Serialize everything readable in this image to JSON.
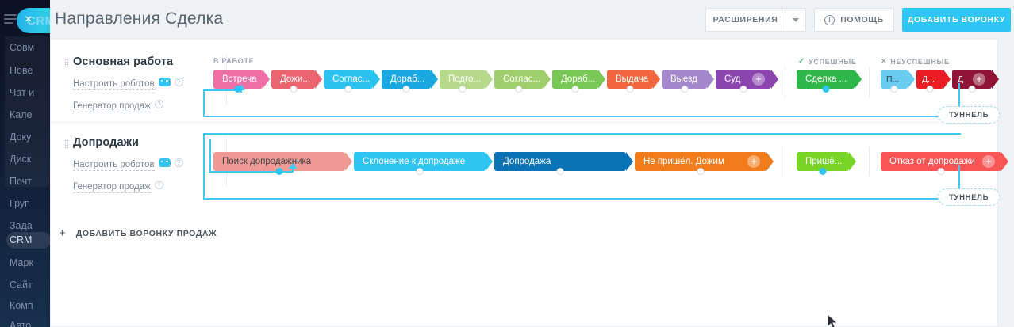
{
  "app": {
    "logo_text": "CRM",
    "logo_mark": "×"
  },
  "sidebar": {
    "items": [
      {
        "label": "Совм",
        "active": false
      },
      {
        "label": "Нове",
        "active": false
      },
      {
        "label": "Чат и",
        "active": false
      },
      {
        "label": "Кале",
        "active": false
      },
      {
        "label": "Доку",
        "active": false
      },
      {
        "label": "Диск",
        "active": false
      },
      {
        "label": "Почт",
        "active": false
      },
      {
        "label": "Груп",
        "active": false
      },
      {
        "label": "Зада",
        "active": false
      },
      {
        "label": "CRM",
        "active": true
      },
      {
        "label": "Марк",
        "active": false
      },
      {
        "label": "Сайт",
        "active": false
      },
      {
        "label": "Комп",
        "active": false
      },
      {
        "label": "Авто",
        "active": false
      }
    ]
  },
  "header": {
    "title": "Направления Сделка",
    "extensions_label": "РАСШИРЕНИЯ",
    "help_label": "ПОМОЩЬ",
    "help_icon_glyph": "!",
    "add_funnel_label": "ДОБАВИТЬ ВОРОНКУ"
  },
  "groups": {
    "in_work": "В РАБОТЕ",
    "success": "УСПЕШНЫЕ",
    "success_icon": "✓",
    "fail": "НЕУСПЕШНЫЕ",
    "fail_icon": "✕"
  },
  "tunnel_label": "ТУННЕЛЬ",
  "add_funnel_row": {
    "plus": "+",
    "label": "ДОБАВИТЬ ВОРОНКУ ПРОДАЖ"
  },
  "funnels": [
    {
      "name": "Основная работа",
      "link_robots": "Настроить роботов",
      "link_generator": "Генератор продаж",
      "stages_in_work": [
        {
          "label": "Встреча",
          "color": "#ee6fa6",
          "width": 62,
          "dot": "on"
        },
        {
          "label": "Дожи...",
          "color": "#ea6570",
          "width": 55,
          "dot": "off"
        },
        {
          "label": "Соглас...",
          "color": "#2bc2f0",
          "width": 62,
          "dot": "off"
        },
        {
          "label": "Дораб...",
          "color": "#1aa8e0",
          "width": 62,
          "dot": "off"
        },
        {
          "label": "Подго...",
          "color": "#b7d98c",
          "width": 58,
          "dot": "off"
        },
        {
          "label": "Соглас...",
          "color": "#a0ce6c",
          "width": 62,
          "dot": "off"
        },
        {
          "label": "Дораб...",
          "color": "#79c756",
          "width": 58,
          "dot": "off"
        },
        {
          "label": "Выдача",
          "color": "#f2663f",
          "width": 58,
          "dot": "off"
        },
        {
          "label": "Выезд",
          "color": "#a487cc",
          "width": 57,
          "dot": "off"
        },
        {
          "label": "Суд",
          "color": "#8c44ae",
          "width": 55,
          "dot": "off",
          "plus": true
        }
      ],
      "stages_success": [
        {
          "label": "Сделка ...",
          "color": "#2fb84a",
          "width": 73,
          "dot": "on"
        }
      ],
      "stages_fail": [
        {
          "label": "П...",
          "color": "#69cdf2",
          "width": 34,
          "dot": "off"
        },
        {
          "label": "Д...",
          "color": "#ec1c24",
          "width": 34,
          "dot": "off"
        },
        {
          "label": "Д",
          "color": "#8f1436",
          "width": 43,
          "dot": "off",
          "plus": true
        }
      ]
    },
    {
      "name": "Допродажи",
      "link_robots": "Настроить роботов",
      "link_generator": "Генератор продаж",
      "stages_in_work": [
        {
          "label": "Поиск допродажника",
          "color": "#f09a95",
          "width": 166,
          "dot": "on"
        },
        {
          "label": "Склонение к допродаже",
          "color": "#2fc4f2",
          "width": 166,
          "dot": "off"
        },
        {
          "label": "Допродажа",
          "color": "#0b72b5",
          "width": 166,
          "dot": "off"
        },
        {
          "label": "Не пришёл. Дожим",
          "color": "#f07c1c",
          "width": 156,
          "dot": "off",
          "plus": true
        }
      ],
      "stages_success": [
        {
          "label": "Пришё...",
          "color": "#79d428",
          "width": 66,
          "dot": "on"
        }
      ],
      "stages_fail": [
        {
          "label": "Отказ от допродажи",
          "color": "#fa5455",
          "width": 140,
          "dot": "off",
          "plus": true
        }
      ]
    }
  ]
}
